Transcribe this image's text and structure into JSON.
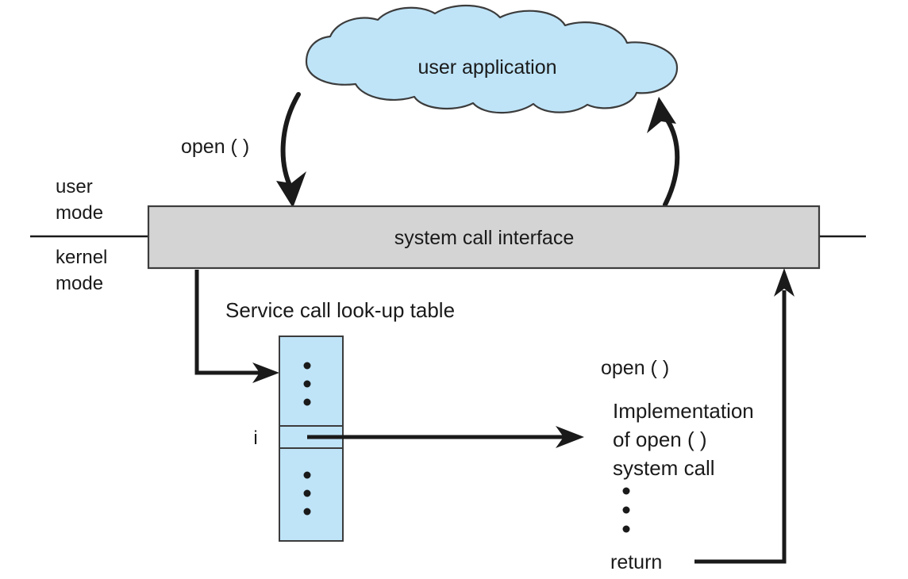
{
  "diagram": {
    "title": "system call handling via service call look-up table",
    "cloud": {
      "label": "user application",
      "fill": "#bfe4f8",
      "stroke": "#3c3c3c"
    },
    "bar": {
      "label": "system call interface",
      "fill": "#d4d4d4",
      "stroke": "#3c3c3c"
    },
    "mode_labels": {
      "user_line1": "user",
      "user_line2": "mode",
      "kernel_line1": "kernel",
      "kernel_line2": "mode"
    },
    "call_label": "open ( )",
    "table": {
      "title": "Service call look-up table",
      "index_label": "i",
      "fill": "#bfe4f8",
      "stroke": "#3c3c3c",
      "upper_dots": 3,
      "lower_dots": 3
    },
    "implementation": {
      "heading": "open ( )",
      "line1": "Implementation",
      "line2": "of open ( )",
      "line3": "system call",
      "dots": 3,
      "return_label": "return"
    },
    "colors": {
      "ink": "#1a1a1a",
      "cloud_blue": "#bfe4f8",
      "bar_gray": "#d4d4d4",
      "outline": "#3c3c3c",
      "background": "#ffffff"
    }
  }
}
